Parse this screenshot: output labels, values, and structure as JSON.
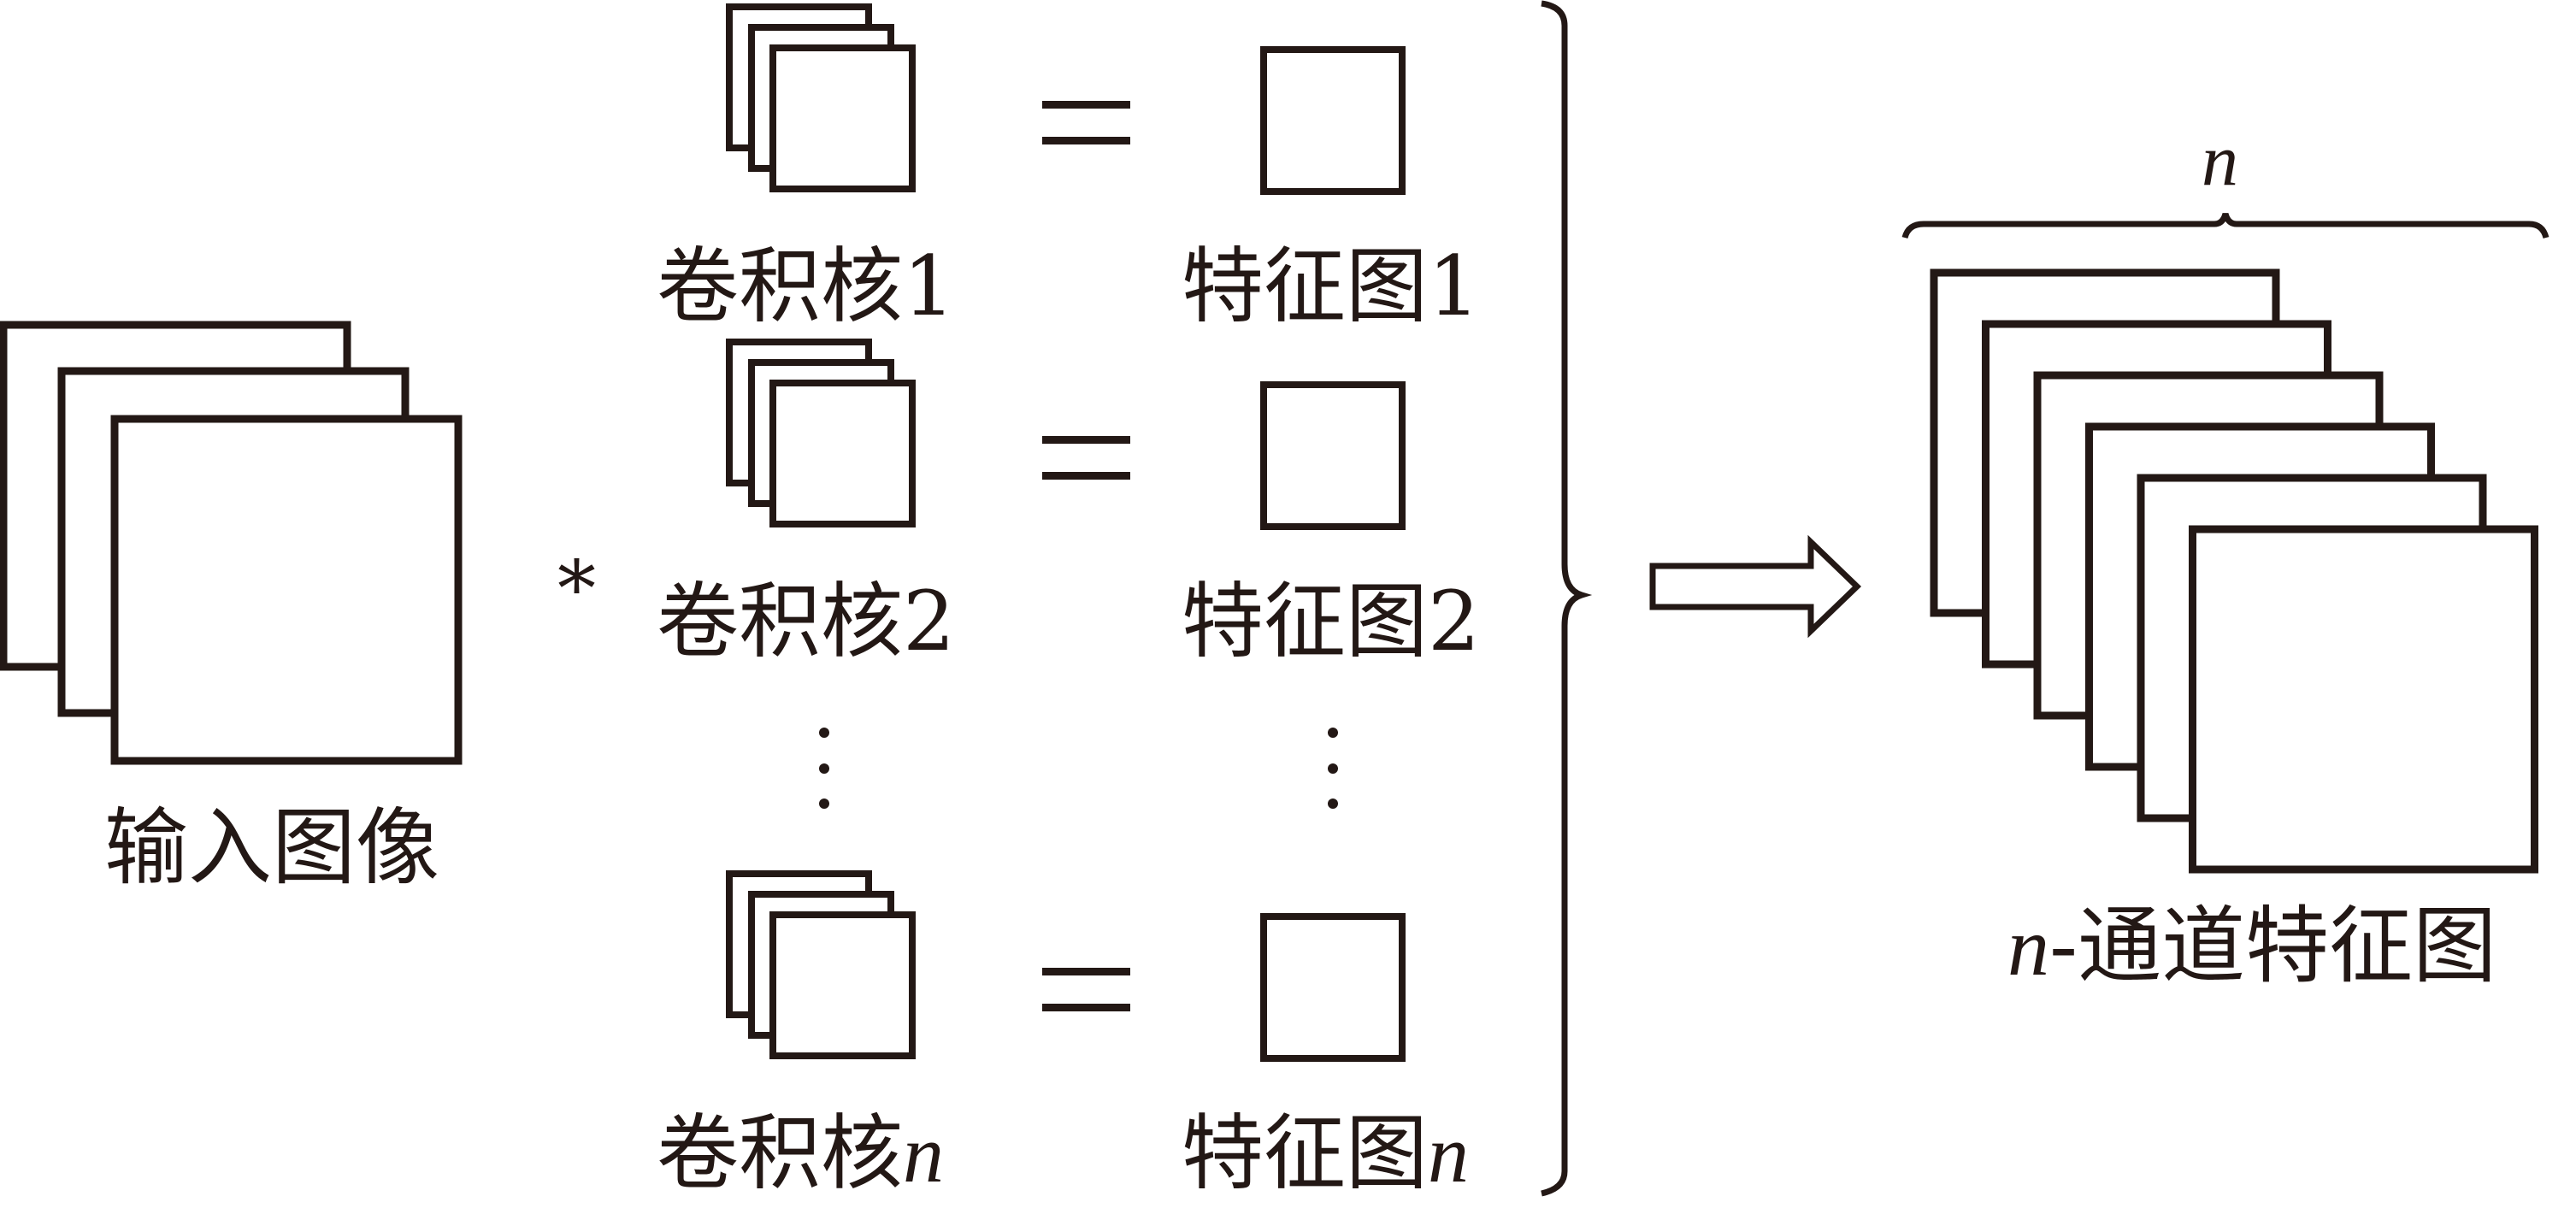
{
  "colors": {
    "stroke": "#231815",
    "background": "#ffffff"
  },
  "input": {
    "label": "输入图像",
    "layers": 3
  },
  "operator": {
    "symbol": "*",
    "equals": "="
  },
  "kernels": [
    {
      "prefix": "卷积核",
      "index": "1",
      "index_italic": false
    },
    {
      "prefix": "卷积核",
      "index": "2",
      "index_italic": false
    },
    {
      "prefix": "卷积核",
      "index": "n",
      "index_italic": true
    }
  ],
  "feature_maps": [
    {
      "prefix": "特征图",
      "index": "1",
      "index_italic": false
    },
    {
      "prefix": "特征图",
      "index": "2",
      "index_italic": false
    },
    {
      "prefix": "特征图",
      "index": "n",
      "index_italic": true
    }
  ],
  "ellipsis": "⋮",
  "output": {
    "brace_label": "n",
    "label_var": "n",
    "label_dash": "-",
    "label_text": "通道特征图",
    "layers": 6
  }
}
